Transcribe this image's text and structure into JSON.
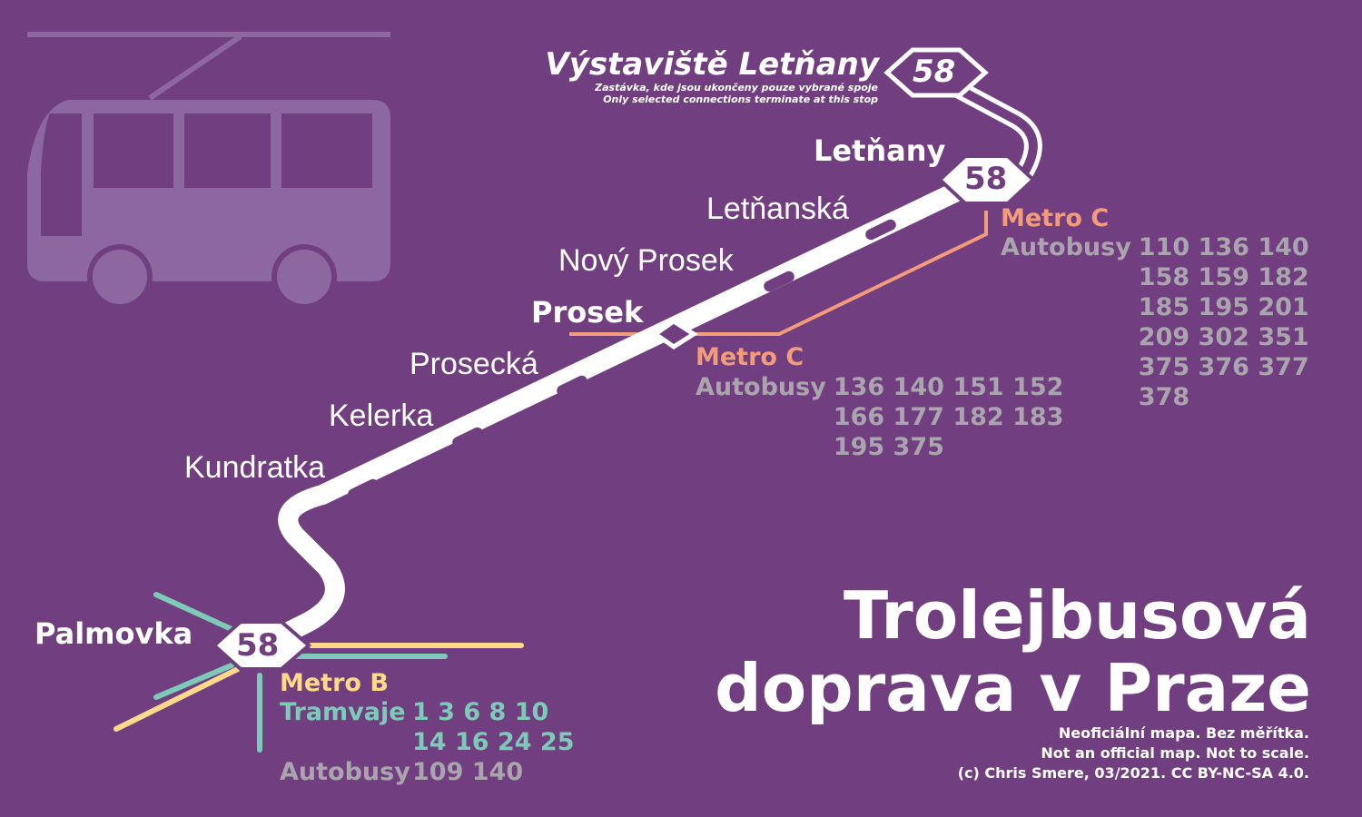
{
  "title": [
    "Trolejbusová",
    "doprava v Praze"
  ],
  "disclaimer": [
    "Neoficiální mapa. Bez měřítka.",
    "Not an official map. Not to scale.",
    "(c) Chris Smere, 03/2021. CC BY-NC-SA 4.0."
  ],
  "line_number": "58",
  "colors": {
    "background": "#713f80",
    "metro_b": "#ffd98a",
    "tram": "#7ecab9",
    "metro_c": "#f39c7c",
    "bus": "#a9a4ad"
  },
  "terminal": {
    "name": "Výstaviště Letňany",
    "note_cz": "Zastávka, kde jsou ukončeny pouze vybrané spoje",
    "note_en": "Only selected connections terminate at this stop"
  },
  "stops": {
    "letnany": "Letňany",
    "letnanska": "Letňanská",
    "novy_prosek": "Nový Prosek",
    "prosek": "Prosek",
    "prosecka": "Prosecká",
    "kelerka": "Kelerka",
    "kundratka": "Kundratka",
    "palmovka": "Palmovka"
  },
  "transfers": {
    "letnany": {
      "metro": "Metro C",
      "bus_label": "Autobusy",
      "bus_lines": [
        "110 136 140",
        "158 159 182",
        "185 195 201",
        "209 302 351",
        "375 376 377",
        "378"
      ]
    },
    "prosek": {
      "metro": "Metro C",
      "bus_label": "Autobusy",
      "bus_lines": [
        "136 140 151 152",
        "166 177 182 183",
        "195 375"
      ]
    },
    "palmovka": {
      "metro": "Metro B",
      "tram_label": "Tramvaje",
      "tram_lines": [
        "1 3 6 8 10",
        "14 16 24 25"
      ],
      "bus_label": "Autobusy",
      "bus_lines": [
        "109 140"
      ]
    }
  }
}
